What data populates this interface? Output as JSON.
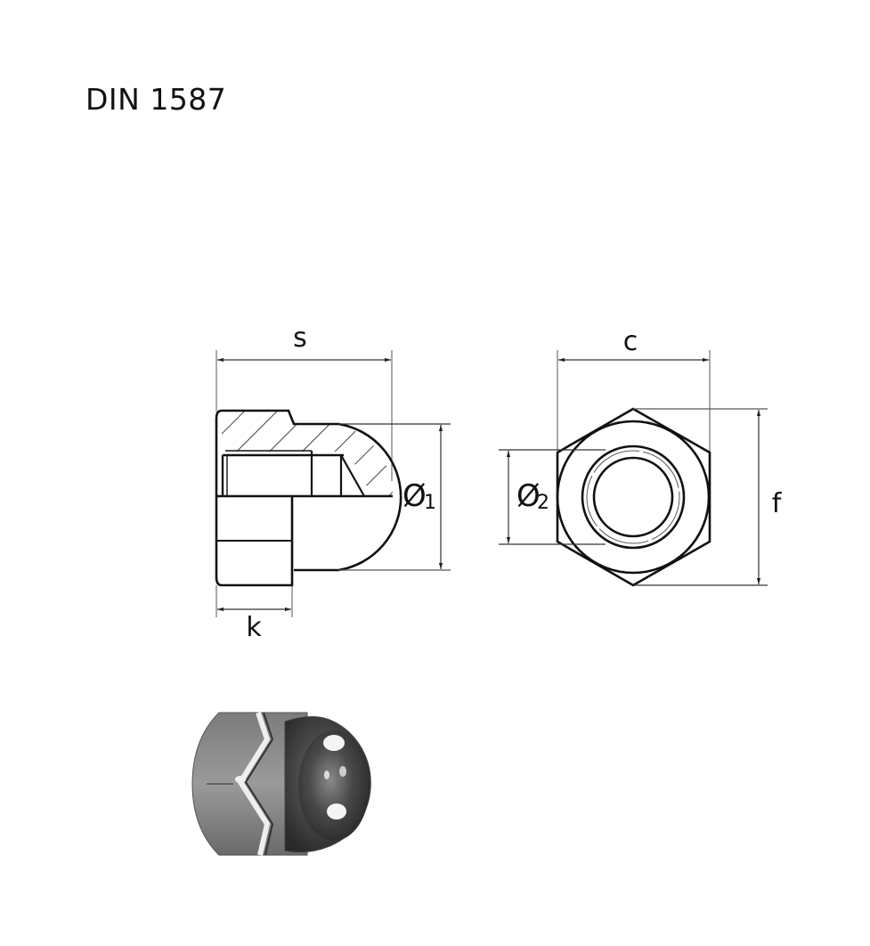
{
  "title": "DIN 1587",
  "drawing": {
    "subject": "cap nut (domed hexagon nut)",
    "side_view": {
      "dimensions": {
        "s": "s",
        "k": "k",
        "d1_symbol": "Ø",
        "d1_index": "1"
      }
    },
    "front_view": {
      "dimensions": {
        "c": "c",
        "f": "f",
        "d2_symbol": "Ø",
        "d2_index": "2"
      }
    },
    "photo": {
      "description": "photograph of stainless steel domed cap nut"
    }
  },
  "colors": {
    "line": "#111111",
    "dim_line": "#555555",
    "background": "#ffffff"
  }
}
